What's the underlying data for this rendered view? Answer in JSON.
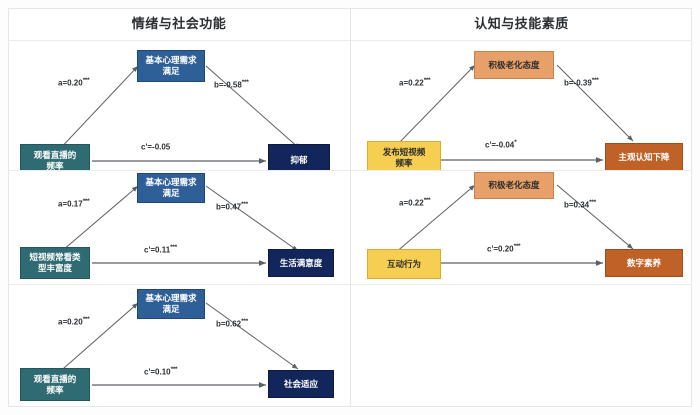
{
  "headers": {
    "left": "情绪与社会功能",
    "right": "认知与技能素质"
  },
  "colors": {
    "teal": "#2f6b72",
    "blue": "#2e5f96",
    "navy": "#12265c",
    "orange": "#e8a06a",
    "yellow": "#f5ce52",
    "burnt": "#c06227",
    "edge": "#5a6068",
    "frame": "#e3e6ea"
  },
  "chart_data": {
    "type": "diagram",
    "title": "中介效应路径图",
    "panels": [
      {
        "id": "panel-top-left",
        "group": "情绪与社会功能",
        "predictor": "观看直播的频率",
        "mediator": "基本心理需求满足",
        "outcome": "抑郁",
        "paths": {
          "a": {
            "label": "a=0.20",
            "value": 0.2,
            "stars": "***"
          },
          "b": {
            "label": "b=-0.58",
            "value": -0.58,
            "stars": "***"
          },
          "c": {
            "label": "c'=-0.05",
            "value": -0.05,
            "stars": ""
          }
        }
      },
      {
        "id": "panel-top-right",
        "group": "认知与技能素质",
        "predictor": "发布短视频频率",
        "mediator": "积极老化态度",
        "outcome": "主观认知下降",
        "paths": {
          "a": {
            "label": "a=0.22",
            "value": 0.22,
            "stars": "***"
          },
          "b": {
            "label": "b=-0.39",
            "value": -0.39,
            "stars": "***"
          },
          "c": {
            "label": "c'=-0.04",
            "value": -0.04,
            "stars": "*"
          }
        }
      },
      {
        "id": "panel-mid-left",
        "group": "情绪与社会功能",
        "predictor": "短视频常看类型丰富度",
        "mediator": "基本心理需求满足",
        "outcome": "生活满意度",
        "paths": {
          "a": {
            "label": "a=0.17",
            "value": 0.17,
            "stars": "***"
          },
          "b": {
            "label": "b=0.47",
            "value": 0.47,
            "stars": "***"
          },
          "c": {
            "label": "c'=0.11",
            "value": 0.11,
            "stars": "***"
          }
        }
      },
      {
        "id": "panel-mid-right",
        "group": "认知与技能素质",
        "predictor": "互动行为",
        "mediator": "积极老化态度",
        "outcome": "数字素养",
        "paths": {
          "a": {
            "label": "a=0.22",
            "value": 0.22,
            "stars": "***"
          },
          "b": {
            "label": "b=0.34",
            "value": 0.34,
            "stars": "***"
          },
          "c": {
            "label": "c'=0.20",
            "value": 0.2,
            "stars": "***"
          }
        }
      },
      {
        "id": "panel-bottom-left",
        "group": "情绪与社会功能",
        "predictor": "观看直播的频率",
        "mediator": "基本心理需求满足",
        "outcome": "社会适应",
        "paths": {
          "a": {
            "label": "a=0.20",
            "value": 0.2,
            "stars": "***"
          },
          "b": {
            "label": "b=0.62",
            "value": 0.62,
            "stars": "***"
          },
          "c": {
            "label": "c'=0.10",
            "value": 0.1,
            "stars": "***"
          }
        }
      },
      {
        "id": "panel-bottom-right",
        "group": "认知与技能素质",
        "empty": true
      }
    ]
  },
  "nodes": {
    "tl": {
      "predictor": "观看直播的\n频率",
      "mediator": "基本心理需求\n满足",
      "outcome": "抑郁"
    },
    "tr": {
      "predictor": "发布短视频\n频率",
      "mediator": "积极老化态度",
      "outcome": "主观认知下降"
    },
    "ml": {
      "predictor": "短视频常看类\n型丰富度",
      "mediator": "基本心理需求\n满足",
      "outcome": "生活满意度"
    },
    "mr": {
      "predictor": "互动行为",
      "mediator": "积极老化态度",
      "outcome": "数字素养"
    },
    "bl": {
      "predictor": "观看直播的\n频率",
      "mediator": "基本心理需求\n满足",
      "outcome": "社会适应"
    }
  },
  "labels": {
    "tl": {
      "a": "a=0.20",
      "a_s": "***",
      "b": "b=-0.58",
      "b_s": "***",
      "c": "c'=-0.05",
      "c_s": ""
    },
    "tr": {
      "a": "a=0.22",
      "a_s": "***",
      "b": "b=-0.39",
      "b_s": "***",
      "c": "c'=-0.04",
      "c_s": "*"
    },
    "ml": {
      "a": "a=0.17",
      "a_s": "***",
      "b": "b=0.47",
      "b_s": "***",
      "c": "c'=0.11",
      "c_s": "***"
    },
    "mr": {
      "a": "a=0.22",
      "a_s": "***",
      "b": "b=0.34",
      "b_s": "***",
      "c": "c'=0.20",
      "c_s": "***"
    },
    "bl": {
      "a": "a=0.20",
      "a_s": "***",
      "b": "b=0.62",
      "b_s": "***",
      "c": "c'=0.10",
      "c_s": "***"
    }
  }
}
